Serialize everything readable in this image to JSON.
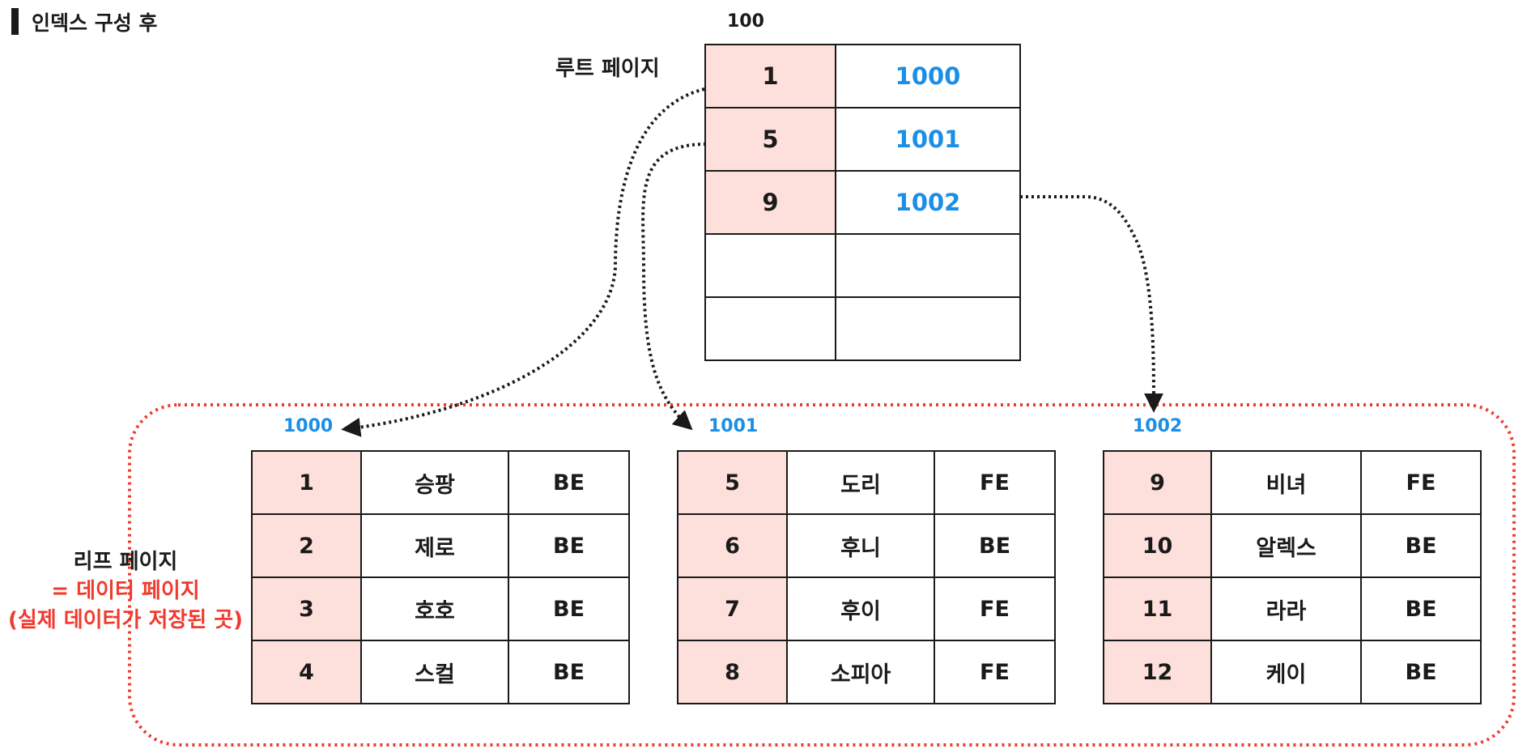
{
  "heading": "인덱스 구성 후",
  "root": {
    "page_no": "100",
    "label": "루트 페이지",
    "rows": [
      {
        "key": "1",
        "ptr": "1000"
      },
      {
        "key": "5",
        "ptr": "1001"
      },
      {
        "key": "9",
        "ptr": "1002"
      },
      {
        "key": "",
        "ptr": ""
      },
      {
        "key": "",
        "ptr": ""
      }
    ]
  },
  "leaf_caption": {
    "line1": "리프 페이지",
    "line2": "= 데이터 페이지",
    "line3": "(실제 데이터가 저장된 곳)"
  },
  "leaves": [
    {
      "page_no": "1000",
      "rows": [
        {
          "id": "1",
          "name": "승팡",
          "team": "BE"
        },
        {
          "id": "2",
          "name": "제로",
          "team": "BE"
        },
        {
          "id": "3",
          "name": "호호",
          "team": "BE"
        },
        {
          "id": "4",
          "name": "스컬",
          "team": "BE"
        }
      ]
    },
    {
      "page_no": "1001",
      "rows": [
        {
          "id": "5",
          "name": "도리",
          "team": "FE"
        },
        {
          "id": "6",
          "name": "후니",
          "team": "BE"
        },
        {
          "id": "7",
          "name": "후이",
          "team": "FE"
        },
        {
          "id": "8",
          "name": "소피아",
          "team": "FE"
        }
      ]
    },
    {
      "page_no": "1002",
      "rows": [
        {
          "id": "9",
          "name": "비녀",
          "team": "FE"
        },
        {
          "id": "10",
          "name": "알렉스",
          "team": "BE"
        },
        {
          "id": "11",
          "name": "라라",
          "team": "BE"
        },
        {
          "id": "12",
          "name": "케이",
          "team": "BE"
        }
      ]
    }
  ],
  "colors": {
    "key_fill": "#fde0dc",
    "pointer_text": "#1b8fe6",
    "highlight_red": "#f03a2e",
    "line": "#1a1a1a"
  }
}
